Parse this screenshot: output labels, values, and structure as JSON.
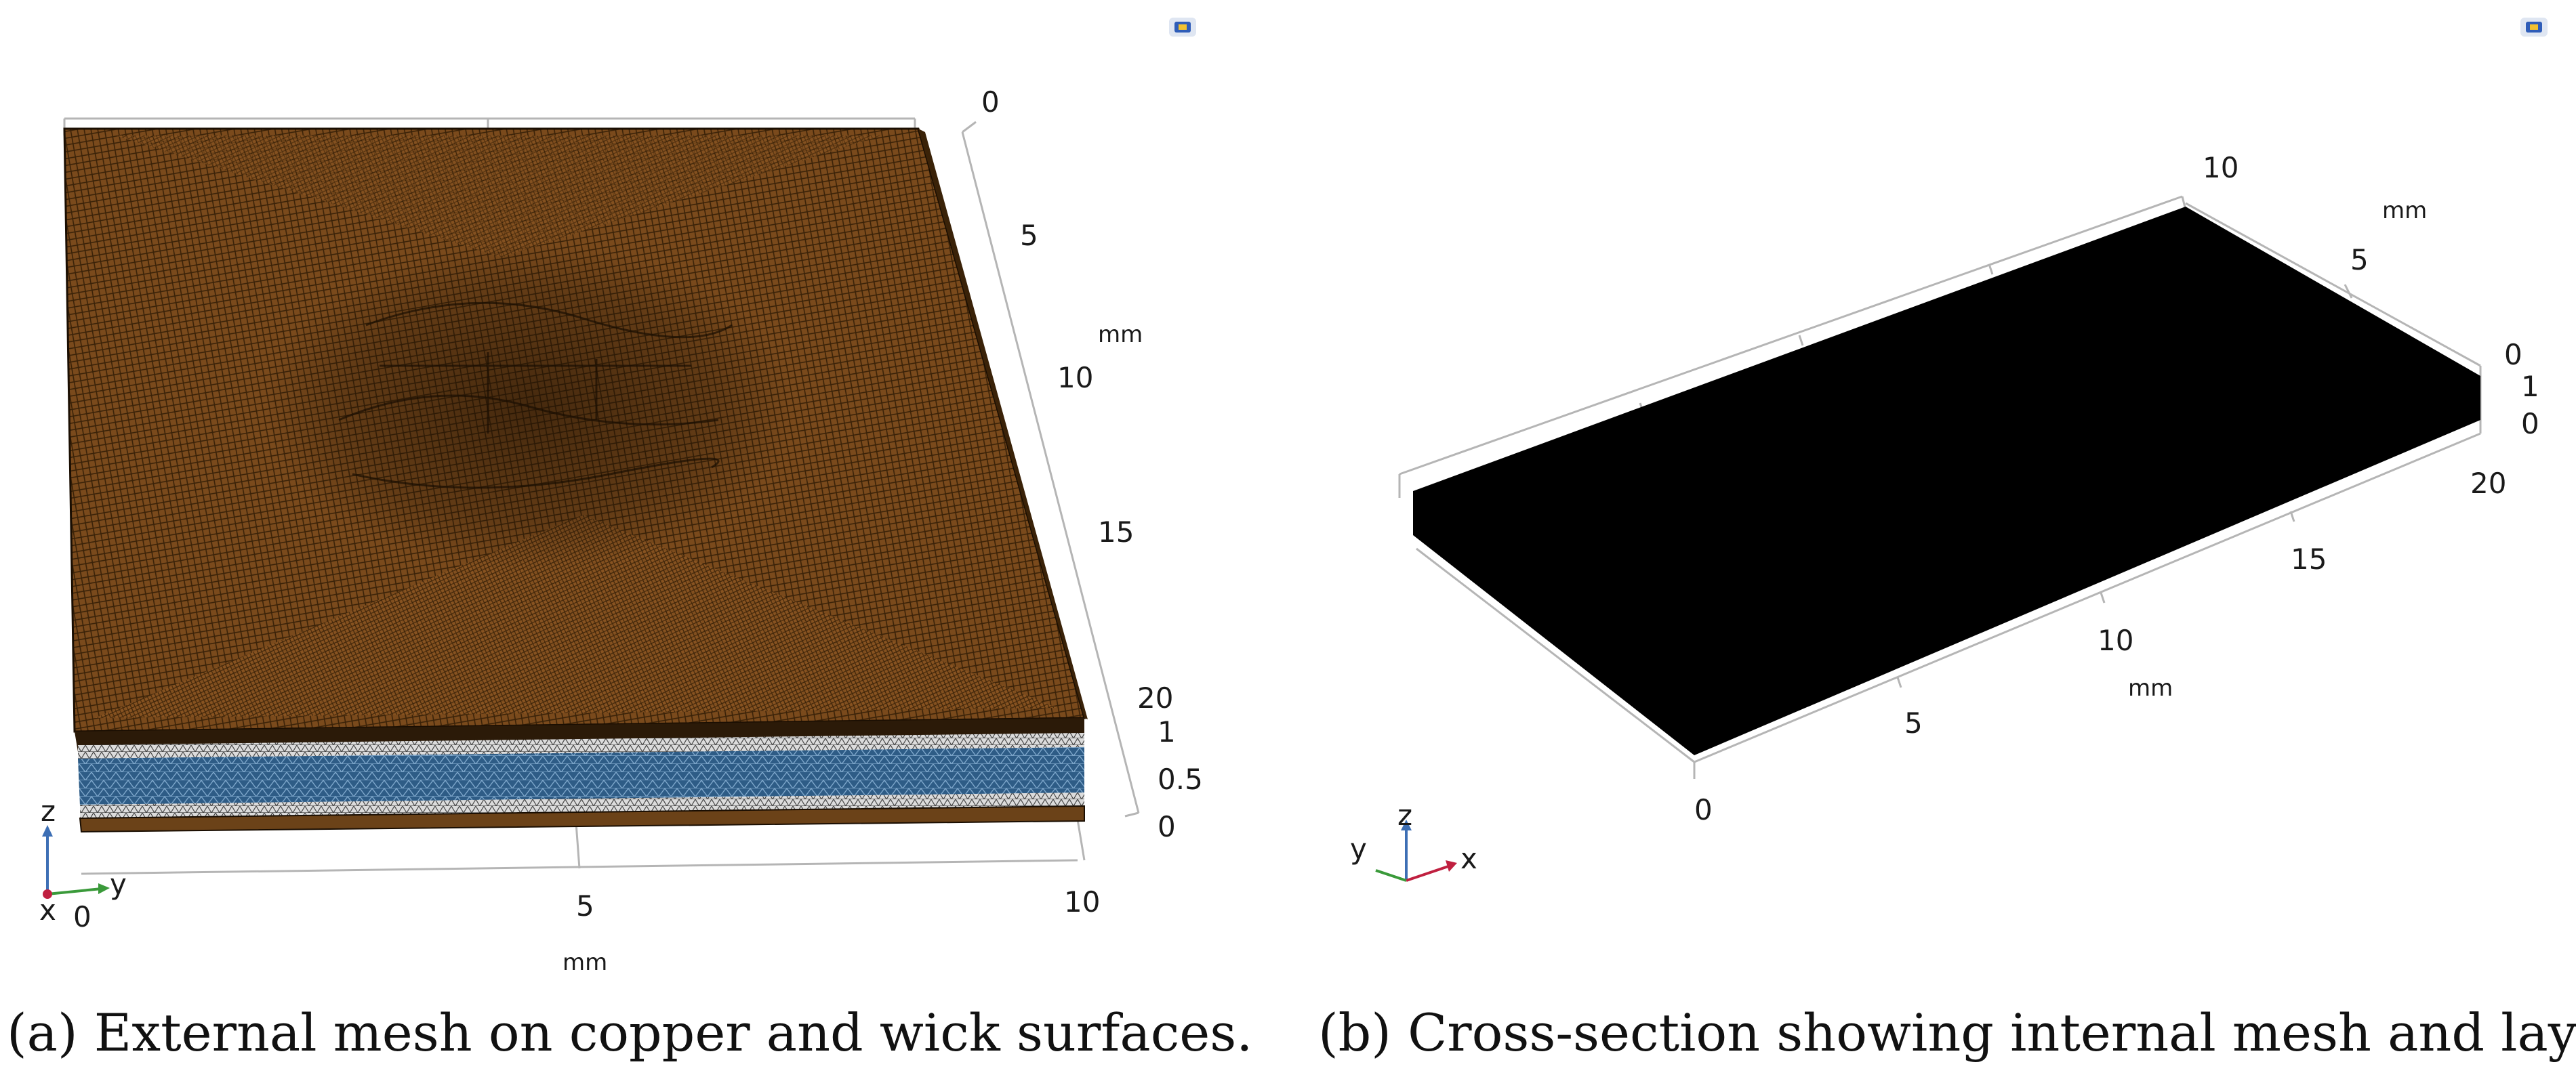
{
  "panels": [
    {
      "caption": "(a) External mesh on copper and wick surfaces.",
      "axes": {
        "x_ticks": [
          "0",
          "5",
          "10"
        ],
        "y_ticks": [
          "0",
          "5",
          "10",
          "15",
          "20"
        ],
        "z_ticks": [
          "1",
          "0.5",
          "0"
        ],
        "x_unit": "mm",
        "y_unit": "mm"
      },
      "triad": {
        "x": "x",
        "y": "y",
        "z": "z"
      },
      "colors": {
        "copper": "#6b4218",
        "copper_dark": "#2b1a08",
        "wick": "#2e5c86",
        "mesh_line": "#e8e0d0"
      }
    },
    {
      "caption": "(b) Cross-section showing internal mesh and layers.",
      "axes": {
        "x_ticks": [
          "0",
          "5",
          "10",
          "15",
          "20"
        ],
        "y_ticks": [
          "10",
          "5",
          "0"
        ],
        "z_ticks": [
          "1",
          "0"
        ],
        "x_unit": "mm",
        "y_unit": "mm"
      },
      "triad": {
        "x": "x",
        "y": "y",
        "z": "z"
      },
      "colors": {
        "body": "#000000"
      }
    }
  ]
}
